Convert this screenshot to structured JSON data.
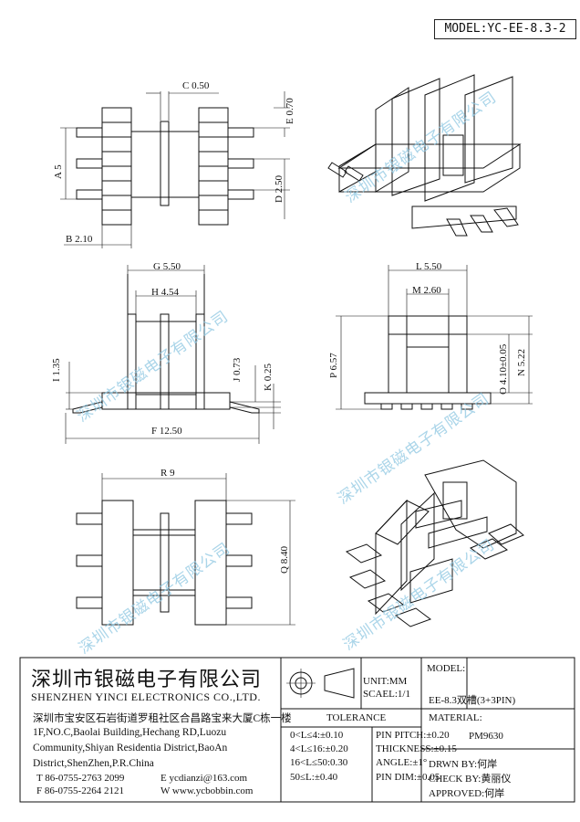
{
  "model_label": "MODEL:YC-EE-8.3-2",
  "dimensions": {
    "c": "C 0.50",
    "e": "E 0.70",
    "a": "A 5",
    "d": "D 2.50",
    "b": "B 2.10",
    "g": "G 5.50",
    "h": "H 4.54",
    "i": "I 1.35",
    "j": "J 0.73",
    "k": "K 0.25",
    "f": "F 12.50",
    "l": "L 5.50",
    "m": "M 2.60",
    "p": "P 6.57",
    "o": "O 4.10±0.05",
    "n": "N 5.22",
    "r": "R 9",
    "q": "Q 8.40"
  },
  "watermark": "深圳市银磁电子有限公司",
  "title_block": {
    "company_cn": "深圳市银磁电子有限公司",
    "company_en": "SHENZHEN YINCI ELECTRONICS CO.,LTD.",
    "address_cn": "深圳市宝安区石岩街道罗租社区合昌路宝来大厦C栋一楼",
    "address_en": "1F,NO.C,Baolai Building,Hechang RD,Luozu Community,Shiyan Residentia District,BaoAn District,ShenZhen,P.R.China",
    "tel": "T 86-0755-2763 2099",
    "fax": "F 86-0755-2264 2121",
    "email": "E ycdianzi@163.com",
    "web": "W www.ycbobbin.com",
    "unit": "UNIT:MM",
    "scale": "SCAEL:1/1",
    "model_label": "MODEL:",
    "model_value": "EE-8.3双槽(3+3PIN)",
    "tolerance_title": "TOLERANCE",
    "tolerances": [
      "0<L≤4:±0.10",
      "4<L≤16:±0.20",
      "16<L≤50:0.30",
      "50≤L:±0.40"
    ],
    "pin_specs": [
      "PIN PITCH:±0.20",
      "THICKNESS:±0.15",
      "ANGLE:±1°",
      "PIN DIM:±0.05"
    ],
    "material_label": "MATERIAL:",
    "material_value": "PM9630",
    "drawn_by": "DRWN BY:何岸",
    "check_by": "CHECK BY:黄丽仪",
    "approved": "APPROVED:何岸"
  }
}
